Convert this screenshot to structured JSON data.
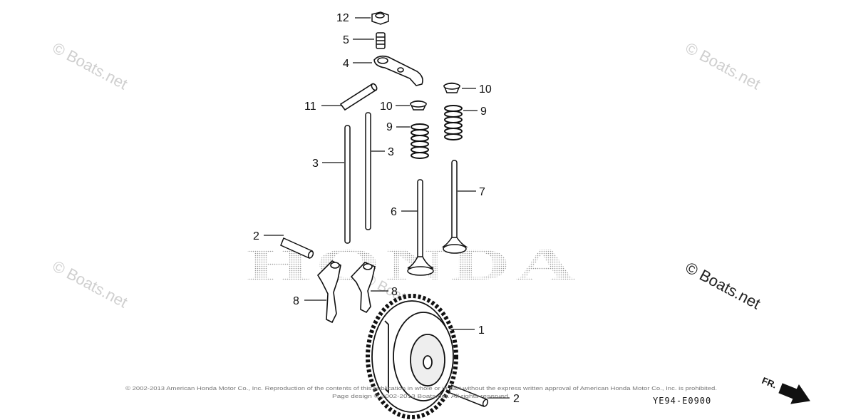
{
  "parts": [
    {
      "id": "label-12",
      "num": "12"
    },
    {
      "id": "label-5",
      "num": "5"
    },
    {
      "id": "label-4",
      "num": "4"
    },
    {
      "id": "label-11",
      "num": "11"
    },
    {
      "id": "label-10a",
      "num": "10"
    },
    {
      "id": "label-10b",
      "num": "10"
    },
    {
      "id": "label-9a",
      "num": "9"
    },
    {
      "id": "label-9b",
      "num": "9"
    },
    {
      "id": "label-3a",
      "num": "3"
    },
    {
      "id": "label-3b",
      "num": "3"
    },
    {
      "id": "label-7",
      "num": "7"
    },
    {
      "id": "label-6",
      "num": "6"
    },
    {
      "id": "label-2a",
      "num": "2"
    },
    {
      "id": "label-8a",
      "num": "8"
    },
    {
      "id": "label-8b",
      "num": "8"
    },
    {
      "id": "label-1",
      "num": "1"
    },
    {
      "id": "label-2b",
      "num": "2"
    }
  ],
  "watermark": {
    "boats": "© Boats.net",
    "brand": "HONDA"
  },
  "diagram_code": "YE94-E0900",
  "front_arrow_label": "FR.",
  "copyright_line1": "© 2002-2013 American Honda Motor Co., Inc. Reproduction of the contents of this publication in whole or in part without the express written approval of American Honda Motor Co., Inc. is prohibited.",
  "copyright_line2": "Page design © 2002-2013 Boats.net. All rights reserved.",
  "colors": {
    "line": "#111111",
    "watermark": "#cfcfcf",
    "halftone": "#9a9a9a"
  }
}
